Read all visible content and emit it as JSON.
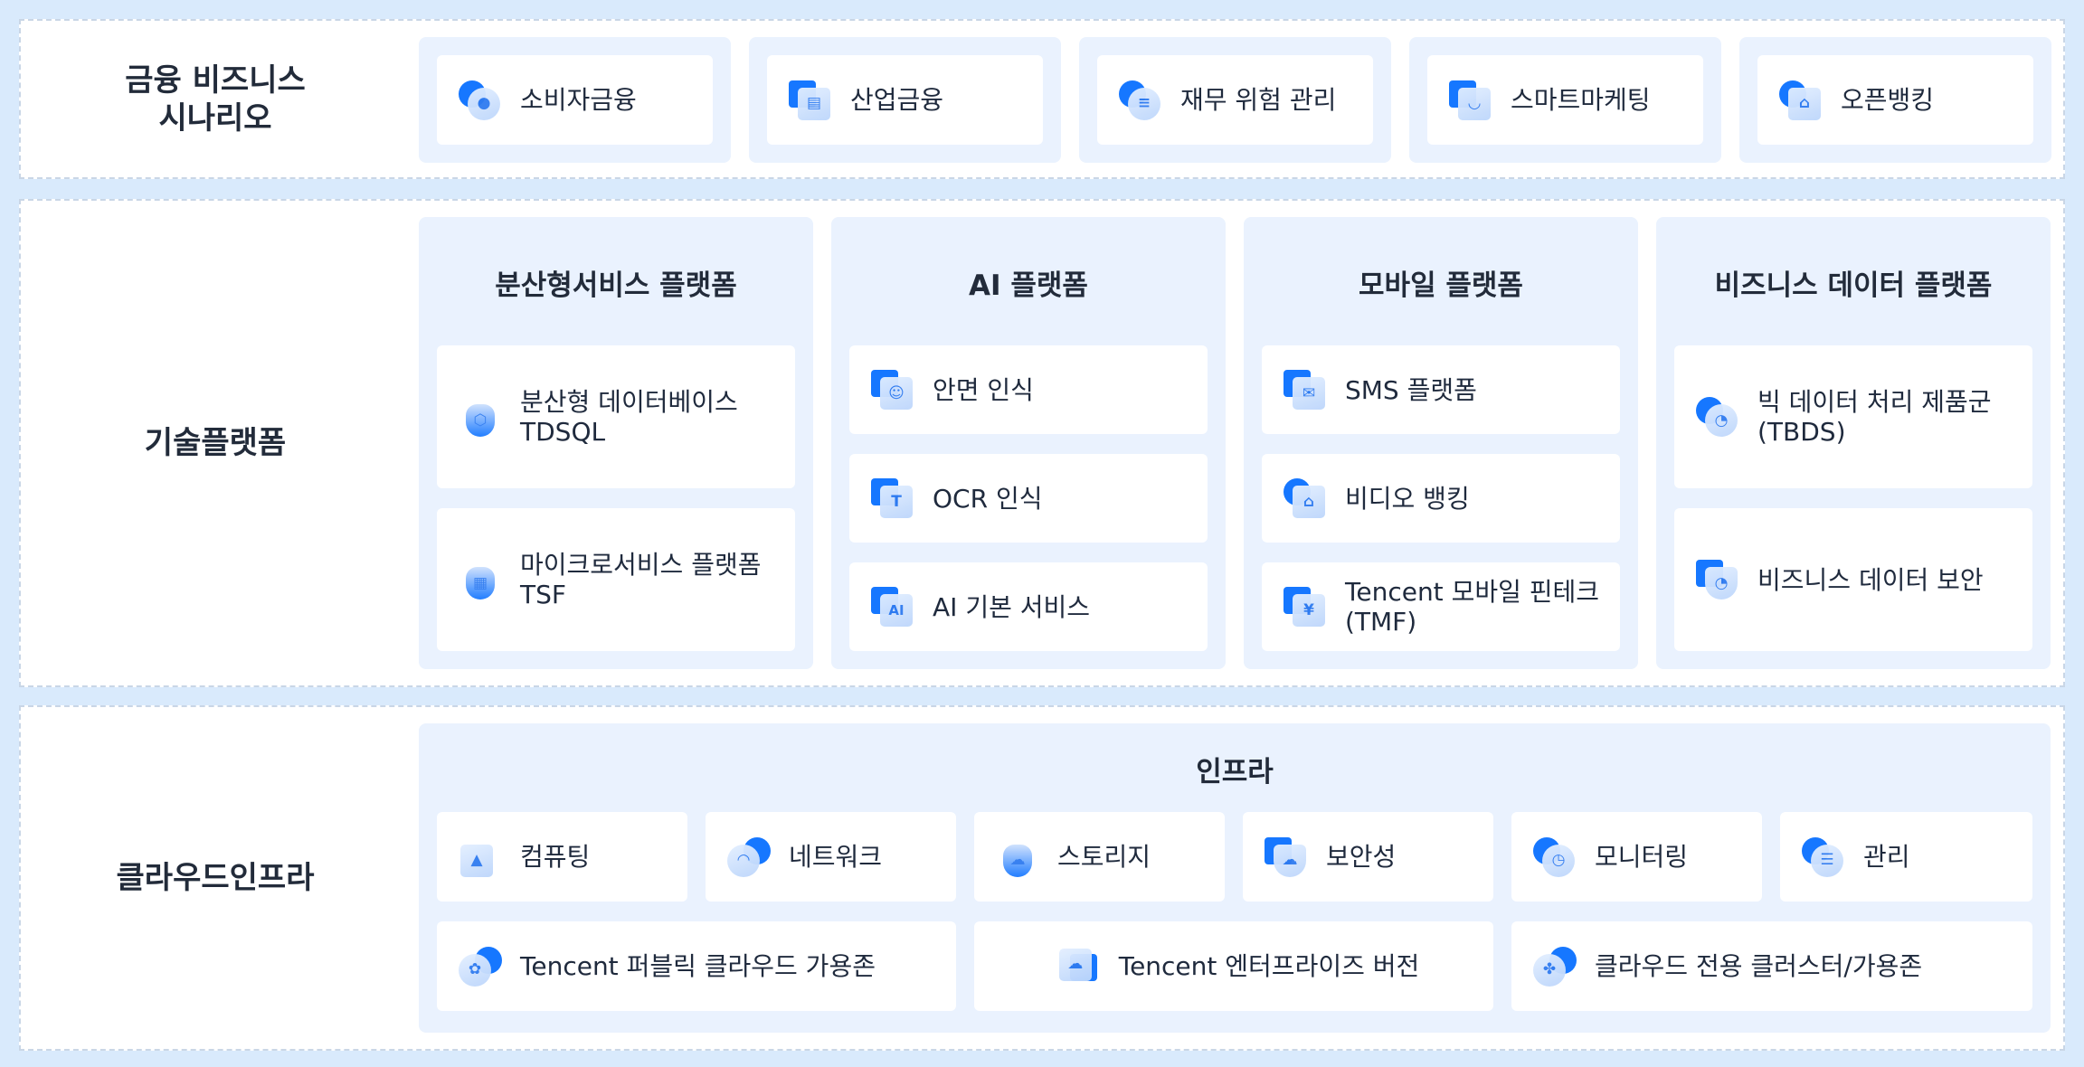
{
  "scenarios": {
    "title": "금융 비즈니스\n시나리오",
    "items": [
      {
        "label": "소비자금융",
        "icon": "user-icon"
      },
      {
        "label": "산업금융",
        "icon": "building-icon"
      },
      {
        "label": "재무 위험 관리",
        "icon": "coins-icon"
      },
      {
        "label": "스마트마케팅",
        "icon": "shopping-bag-icon"
      },
      {
        "label": "오픈뱅킹",
        "icon": "bank-icon"
      }
    ]
  },
  "tech": {
    "title": "기술플랫폼",
    "platforms": [
      {
        "title": "분산형서비스 플랫폼",
        "items": [
          {
            "label": "분산형 데이터베이스\nTDSQL",
            "icon": "database-icon"
          },
          {
            "label": "마이크로서비스 플랫폼\nTSF",
            "icon": "database-grid-icon"
          }
        ]
      },
      {
        "title": "AI 플랫폼",
        "items": [
          {
            "label": "안면 인식",
            "icon": "face-scan-icon"
          },
          {
            "label": "OCR 인식",
            "icon": "text-scan-icon"
          },
          {
            "label": "AI 기본 서비스",
            "icon": "ai-icon"
          }
        ]
      },
      {
        "title": "모바일 플랫폼",
        "items": [
          {
            "label": "SMS 플랫폼",
            "icon": "message-icon"
          },
          {
            "label": "비디오 뱅킹",
            "icon": "bank-icon"
          },
          {
            "label": "Tencent 모바일 핀테크\n(TMF)",
            "icon": "yen-icon"
          }
        ]
      },
      {
        "title": "비즈니스 데이터 플랫폼",
        "items": [
          {
            "label": "빅 데이터 처리 제품군\n(TBDS)",
            "icon": "pie-chart-icon"
          },
          {
            "label": "비즈니스 데이터 보안",
            "icon": "shield-chart-icon"
          }
        ]
      }
    ]
  },
  "infra": {
    "title": "클라우드인프라",
    "panel_title": "인프라",
    "row1": [
      {
        "label": "컴퓨팅",
        "icon": "monitor-icon"
      },
      {
        "label": "네트워크",
        "icon": "wifi-cloud-icon"
      },
      {
        "label": "스토리지",
        "icon": "storage-cloud-icon"
      },
      {
        "label": "보안성",
        "icon": "shield-cloud-icon"
      },
      {
        "label": "모니터링",
        "icon": "gauge-icon"
      },
      {
        "label": "관리",
        "icon": "settings-sliders-icon"
      }
    ],
    "row2": [
      {
        "label": "Tencent 퍼블릭 클라우드 가용존",
        "icon": "public-cloud-icon"
      },
      {
        "label": "Tencent 엔터프라이즈 버전",
        "icon": "enterprise-cloud-icon"
      },
      {
        "label": "클라우드 전용 클러스터/가용존",
        "icon": "cluster-cloud-icon"
      }
    ]
  },
  "colors": {
    "accent": "#1677ff",
    "panel": "#eaf2fe",
    "background": "#d9eafc"
  }
}
